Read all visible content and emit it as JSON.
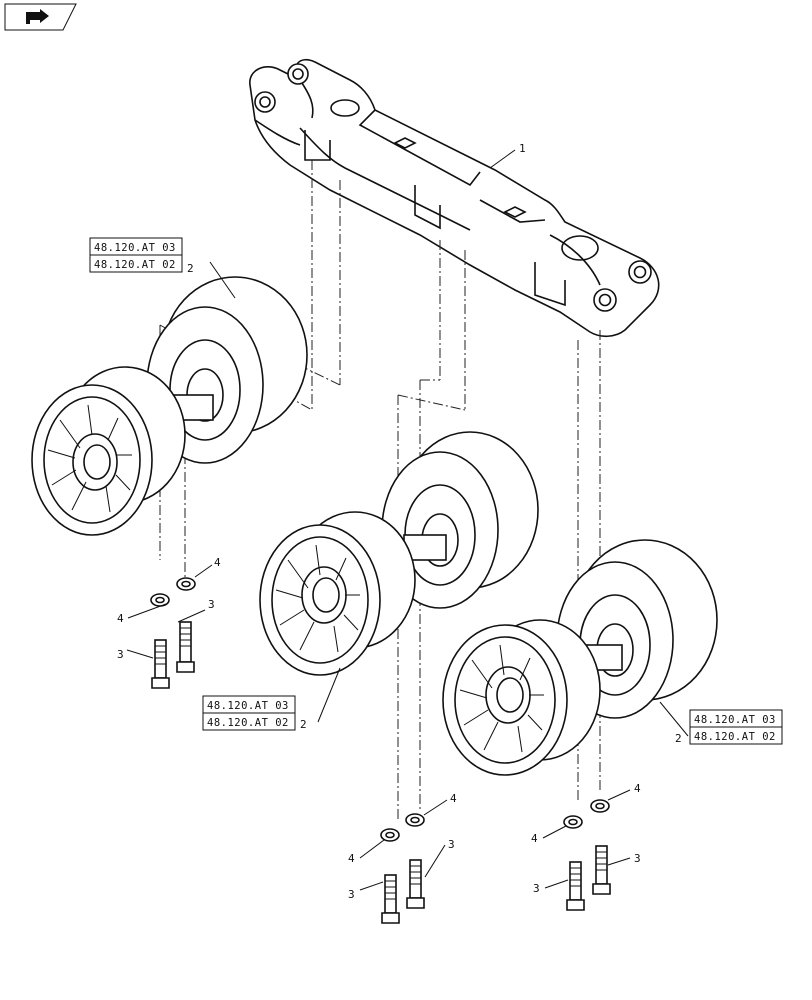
{
  "nav": {
    "icon": "return-arrow-icon"
  },
  "parts": {
    "frame": "1",
    "roller": "2",
    "bolt": "3",
    "washer": "4"
  },
  "refs": {
    "upper": {
      "line1": "48.120.AT 03",
      "line2": "48.120.AT 02"
    },
    "middle": {
      "line1": "48.120.AT 03",
      "line2": "48.120.AT 02"
    },
    "right": {
      "line1": "48.120.AT 03",
      "line2": "48.120.AT 02"
    }
  }
}
